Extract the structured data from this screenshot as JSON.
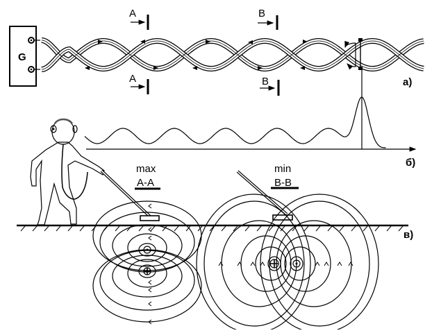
{
  "generator": {
    "label": "G"
  },
  "sections": {
    "a_top": "A",
    "a_bottom": "A",
    "b_top": "B",
    "b_bottom": "B"
  },
  "panel_labels": {
    "a": "а)",
    "b": "б)",
    "v": "в)"
  },
  "field_max": {
    "title": "max",
    "section": "A-A"
  },
  "field_min": {
    "title": "min",
    "section": "B-B"
  },
  "signal_curve": {
    "description": "Periodic signal along twisted cable with a peak at the fault location",
    "oscillation_periods": 6,
    "peak_relative_amplitude": 2.0
  },
  "colors": {
    "ink": "#000000",
    "background": "#ffffff"
  }
}
